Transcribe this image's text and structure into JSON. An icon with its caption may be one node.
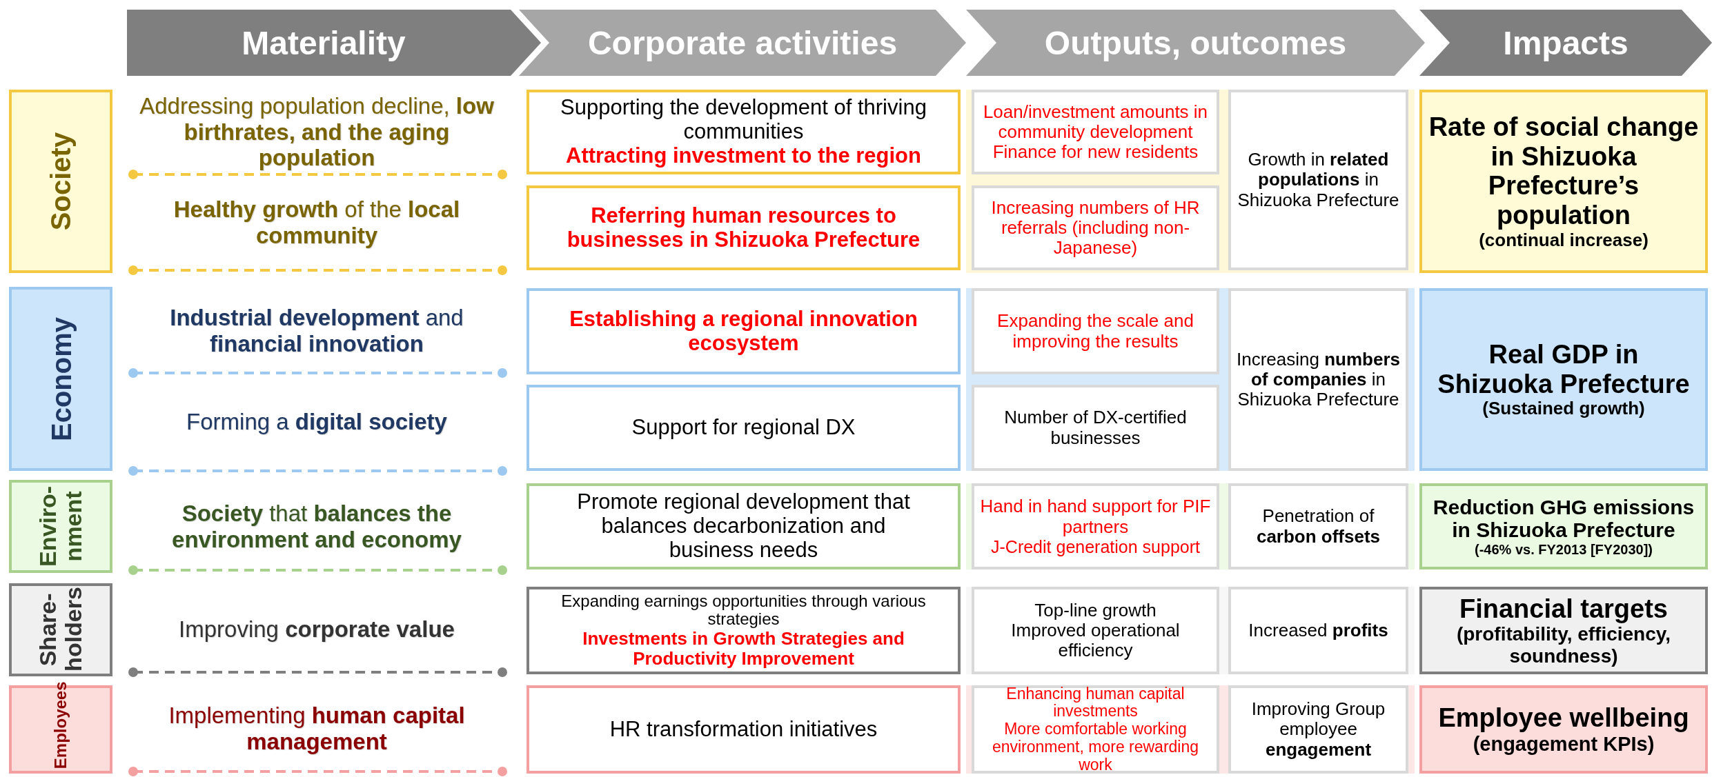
{
  "diagram": {
    "nodes": [
      {
        "text": [
          "Materiality"
        ]
      },
      {
        "text": [
          "Corporate activities"
        ]
      },
      {
        "text": [
          "Outputs, outcomes"
        ]
      },
      {
        "text": [
          "Impacts"
        ]
      },
      {
        "text": [
          "Society"
        ]
      },
      {
        "text": [
          "Supporting the development of thriving communities",
          "Attracting investment to the region"
        ]
      },
      {
        "text": [
          "Loan/investment amounts in community development",
          "Finance for new residents"
        ]
      },
      {
        "text": [
          "Growth in **related populations** in Shizuoka Prefecture"
        ]
      },
      {
        "text": [
          "Rate of social change in Shizuoka Prefecture’s population",
          "(continual increase)"
        ]
      },
      {
        "text": [
          "Referring human resources to businesses in Shizuoka Prefecture"
        ]
      },
      {
        "text": [
          "Increasing numbers of HR referrals (including non-Japanese)"
        ]
      },
      {
        "text": [
          "Economy"
        ]
      },
      {
        "text": [
          "Establishing a regional innovation ecosystem"
        ]
      },
      {
        "text": [
          "Expanding the scale and improving the results"
        ]
      },
      {
        "text": [
          "Increasing **numbers of companies** in Shizuoka Prefecture"
        ]
      },
      {
        "text": [
          "Real GDP in Shizuoka Prefecture",
          "(Sustained growth)"
        ]
      },
      {
        "text": [
          "Support for regional DX"
        ]
      },
      {
        "text": [
          "Number of DX-certified businesses"
        ]
      },
      {
        "text": [
          "Enviro- nment"
        ]
      },
      {
        "text": [
          "Promote regional development that balances decarbonization and business needs"
        ]
      },
      {
        "text": [
          "Hand in hand support for PIF partners",
          "J-Credit generation support"
        ]
      },
      {
        "text": [
          "Penetration of **carbon offsets**"
        ]
      },
      {
        "text": [
          "Reduction GHG emissions in Shizuoka Prefecture",
          "(-46% vs. FY2013 [FY2030])"
        ]
      },
      {
        "text": [
          "Share- holders"
        ]
      },
      {
        "text": [
          "Expanding earnings opportunities through various strategies",
          "Investments in Growth Strategies and Productivity Improvement"
        ]
      },
      {
        "text": [
          "Top-line growth",
          "Improved operational efficiency"
        ]
      },
      {
        "text": [
          "Increased **profits**"
        ]
      },
      {
        "text": [
          "Financial targets",
          "(profitability, efficiency, soundness)"
        ]
      },
      {
        "text": [
          "Employees"
        ]
      },
      {
        "text": [
          "HR transformation initiatives"
        ]
      },
      {
        "text": [
          "Enhancing human capital investments",
          "More comfortable working environment, more rewarding work"
        ]
      },
      {
        "text": [
          "Improving Group employee **engagement**"
        ]
      },
      {
        "text": [
          "Employee wellbeing",
          "(engagement KPIs)"
        ]
      }
    ],
    "labels": [
      "Addressing population decline, **low birthrates, and the aging population**",
      "**Healthy growth** of the **local community**",
      "**Industrial development** and **financial innovation**",
      "Forming a **digital society**",
      "**Society** that **balances the environment and economy**",
      "Improving **corporate value**",
      "Implementing **human capital management**"
    ]
  }
}
